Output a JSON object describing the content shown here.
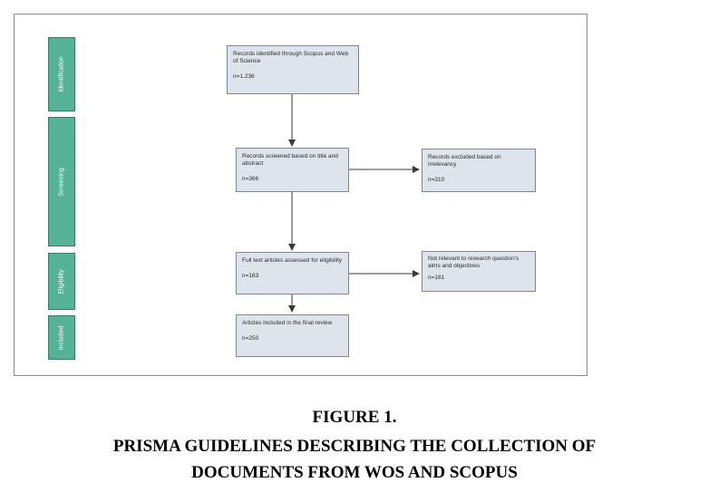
{
  "phases": {
    "identification": "Identification",
    "screening": "Screening",
    "eligibility": "Eligibility",
    "included": "Included"
  },
  "boxes": {
    "identified": {
      "text": "Records identified through Scopus and Web of Science",
      "count": "n=1.236"
    },
    "screened": {
      "text": "Records screened based on title and abstract",
      "count": "n=366"
    },
    "excluded": {
      "text": "Records excluded based on irrelevancy",
      "count": "n=310"
    },
    "fulltext": {
      "text": "Full text articles assessed for eligibility",
      "count": "n=163"
    },
    "not_relevant": {
      "text": "Not relevant to research question's aims and objectives",
      "count": "n=161"
    },
    "included": {
      "text": "Articles included in the final review",
      "count": "n=250"
    }
  },
  "caption": {
    "figure": "FIGURE 1.",
    "line1": "PRISMA GUIDELINES DESCRIBING THE COLLECTION OF",
    "line2": "DOCUMENTS FROM WOS AND SCOPUS"
  }
}
